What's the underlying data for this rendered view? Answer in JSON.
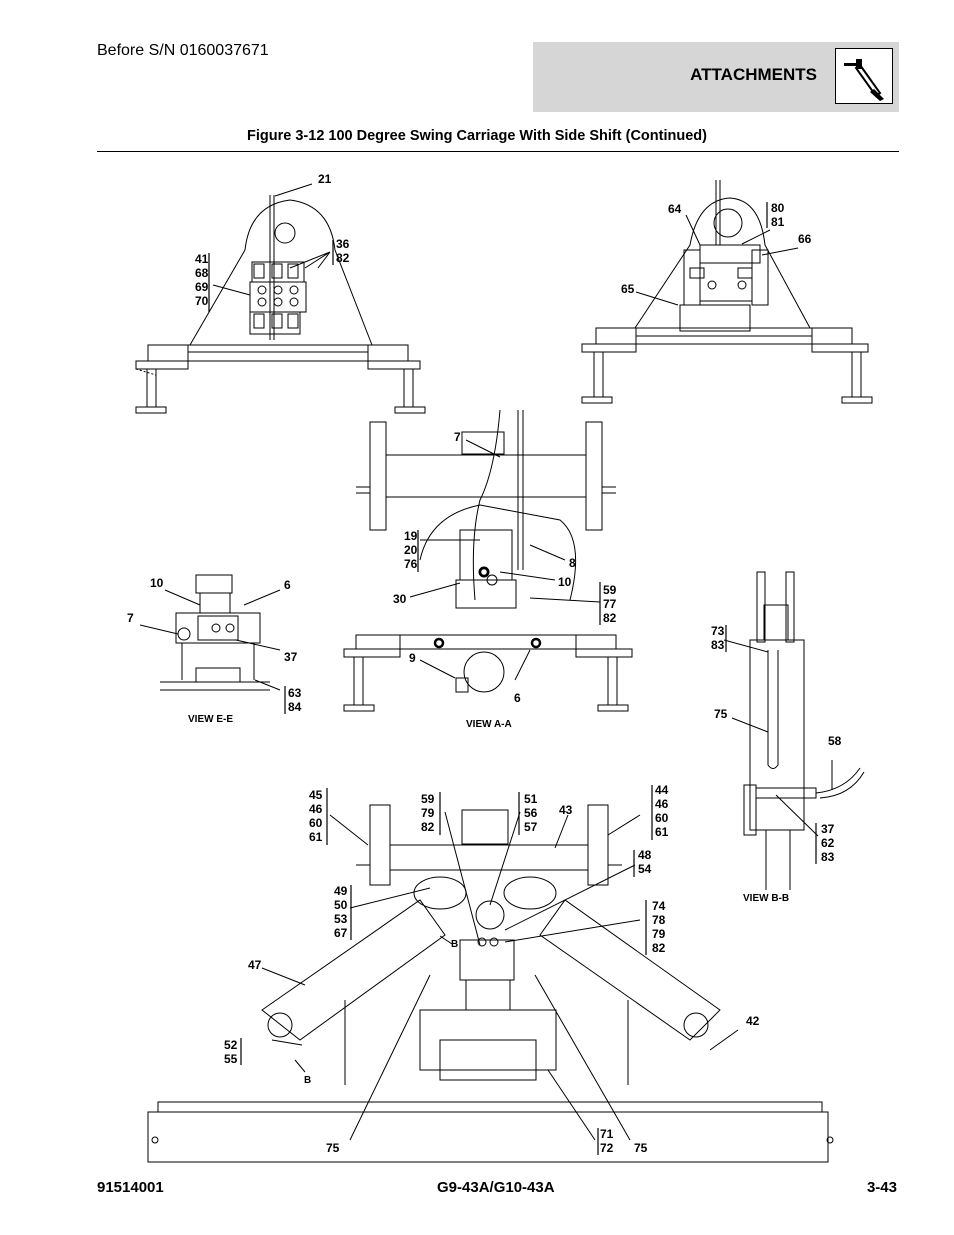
{
  "header": {
    "serial": "Before S/N 0160037671",
    "section": "ATTACHMENTS",
    "section_icon": "wrench-manual-icon"
  },
  "figure": {
    "title": "Figure 3-12 100 Degree Swing Carriage With Side Shift (Continued)"
  },
  "views": {
    "e": "VIEW E-E",
    "a": "VIEW A-A",
    "b": "VIEW B-B"
  },
  "callouts": {
    "c21": "21",
    "stack_36_82": [
      "36",
      "82"
    ],
    "stack_41_70": [
      "41",
      "68",
      "69",
      "70"
    ],
    "c64": "64",
    "stack_80_81": [
      "80",
      "81"
    ],
    "c66": "66",
    "c65": "65",
    "c7a": "7",
    "stack_19_76": [
      "19",
      "20",
      "76"
    ],
    "c8": "8",
    "c10a": "10",
    "c30": "30",
    "stack_59_82a": [
      "59",
      "77",
      "82"
    ],
    "c9": "9",
    "c6a": "6",
    "c10b": "10",
    "c6b": "6",
    "c7b": "7",
    "c37": "37",
    "stack_63_84": [
      "63",
      "84"
    ],
    "stack_73_83": [
      "73",
      "83"
    ],
    "c75a": "75",
    "c58": "58",
    "stack_37_83": [
      "37",
      "62",
      "83"
    ],
    "stack_45_61": [
      "45",
      "46",
      "60",
      "61"
    ],
    "stack_59_82b": [
      "59",
      "79",
      "82"
    ],
    "stack_51_57": [
      "51",
      "56",
      "57"
    ],
    "c43": "43",
    "stack_44_61": [
      "44",
      "46",
      "60",
      "61"
    ],
    "stack_48_54": [
      "48",
      "54"
    ],
    "stack_49_67": [
      "49",
      "50",
      "53",
      "67"
    ],
    "stack_74_82": [
      "74",
      "78",
      "79",
      "82"
    ],
    "cB1": "B",
    "c47": "47",
    "c42": "42",
    "stack_52_55": [
      "52",
      "55"
    ],
    "cB2": "B",
    "c75b": "75",
    "stack_71_72": [
      "71",
      "72"
    ],
    "c75c": "75"
  },
  "footer": {
    "doc_number": "91514001",
    "model": "G9-43A/G10-43A",
    "page": "3-43"
  }
}
